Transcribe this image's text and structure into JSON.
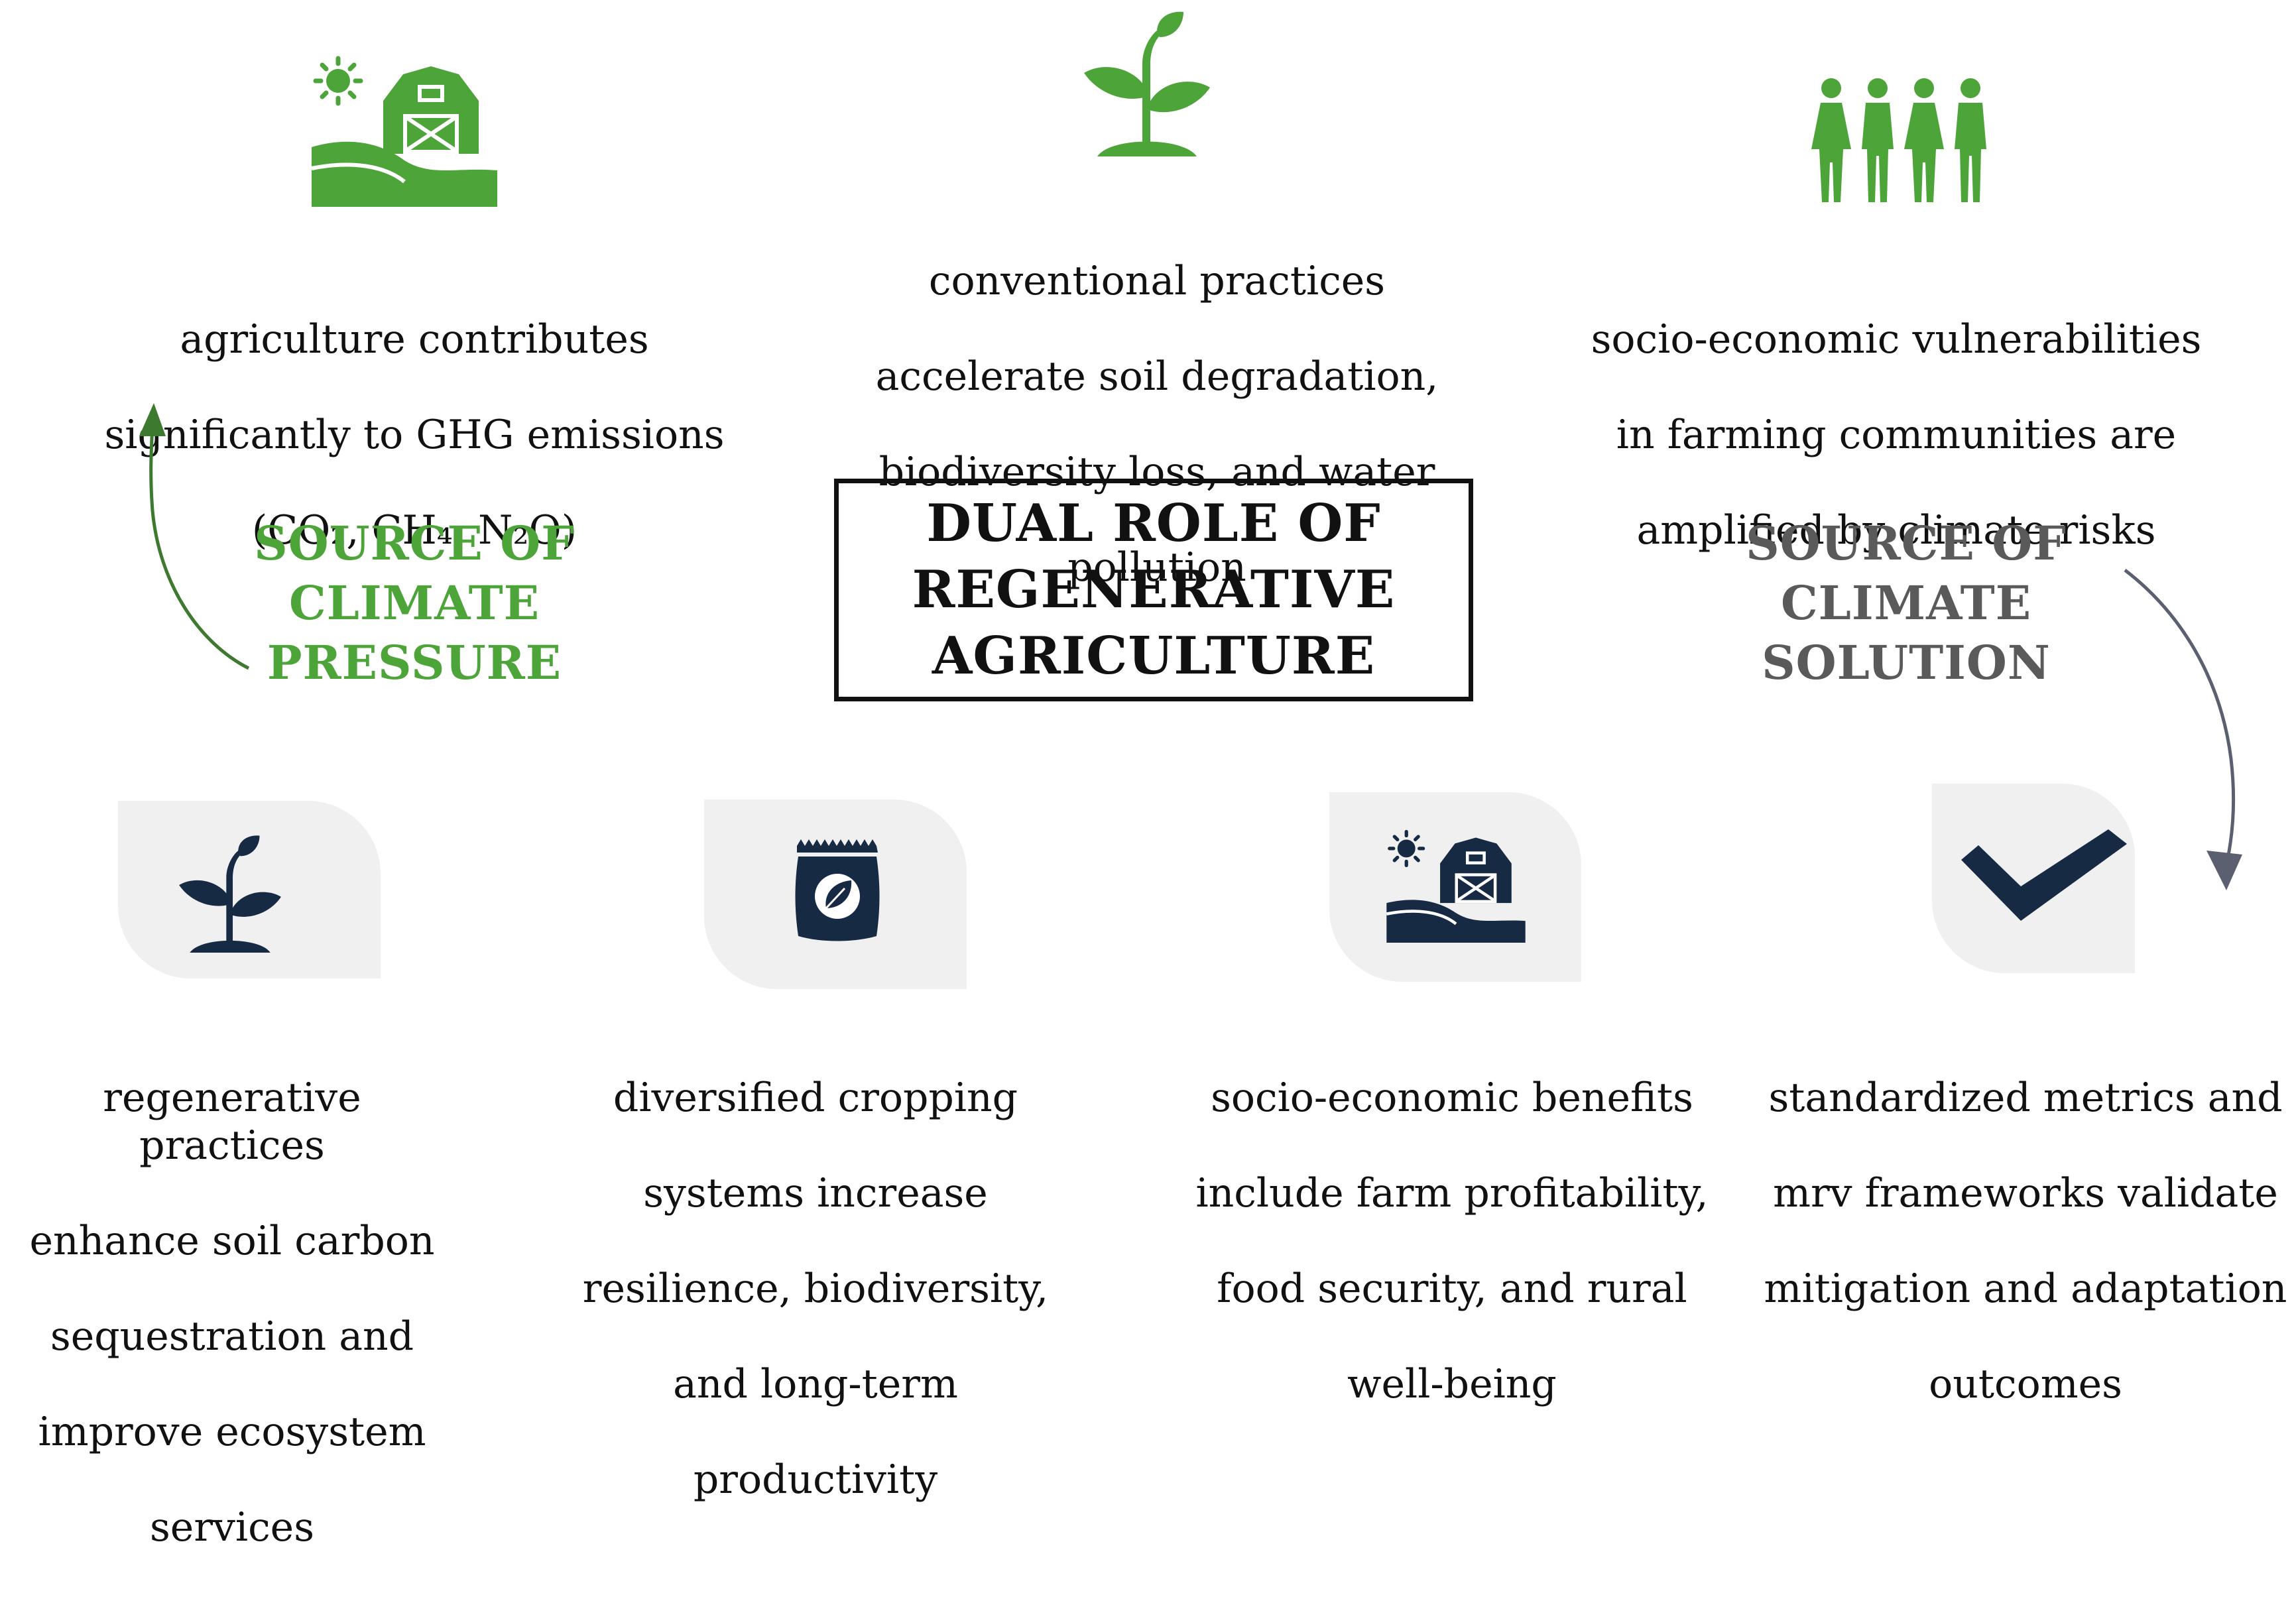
{
  "title": {
    "line1": "DUAL ROLE OF",
    "line2": "REGENERATIVE",
    "line3": "AGRICULTURE"
  },
  "pressure": {
    "label_line1": "SOURCE OF",
    "label_line2": "CLIMATE",
    "label_line3": "PRESSURE",
    "color": "#4da53a",
    "items": [
      {
        "icon": "farm-barn-icon",
        "line1": "agriculture contributes",
        "line2": "significantly to GHG emissions",
        "line3": "(CO₂, CH₄, N₂O)"
      },
      {
        "icon": "sprout-icon",
        "line1": "conventional practices",
        "line2": "accelerate soil degradation,",
        "line3": "biodiversity loss, and water",
        "line4": "pollution"
      },
      {
        "icon": "people-group-icon",
        "line1": "socio-economic vulnerabilities",
        "line2": "in farming communities are",
        "line3": "amplified by climate risks"
      }
    ]
  },
  "solution": {
    "label_line1": "SOURCE OF",
    "label_line2": "CLIMATE",
    "label_line3": "SOLUTION",
    "color": "#5a5a5a",
    "icon_color": "#172a44",
    "items": [
      {
        "icon": "sprout-icon",
        "line1": "regenerative practices",
        "line2": "enhance soil carbon",
        "line3": "sequestration and",
        "line4": "improve ecosystem",
        "line5": "services"
      },
      {
        "icon": "seed-bag-icon",
        "line1": "diversified cropping",
        "line2": "systems increase",
        "line3": "resilience, biodiversity,",
        "line4": "and long-term",
        "line5": "productivity"
      },
      {
        "icon": "farm-barn-icon",
        "line1": "socio-economic benefits",
        "line2": "include farm profitability,",
        "line3": "food security, and rural",
        "line4": "well-being"
      },
      {
        "icon": "checkmark-icon",
        "line1": "standardized metrics and",
        "line2": "mrv frameworks validate",
        "line3": "mitigation and adaptation",
        "line4": "outcomes"
      }
    ]
  }
}
